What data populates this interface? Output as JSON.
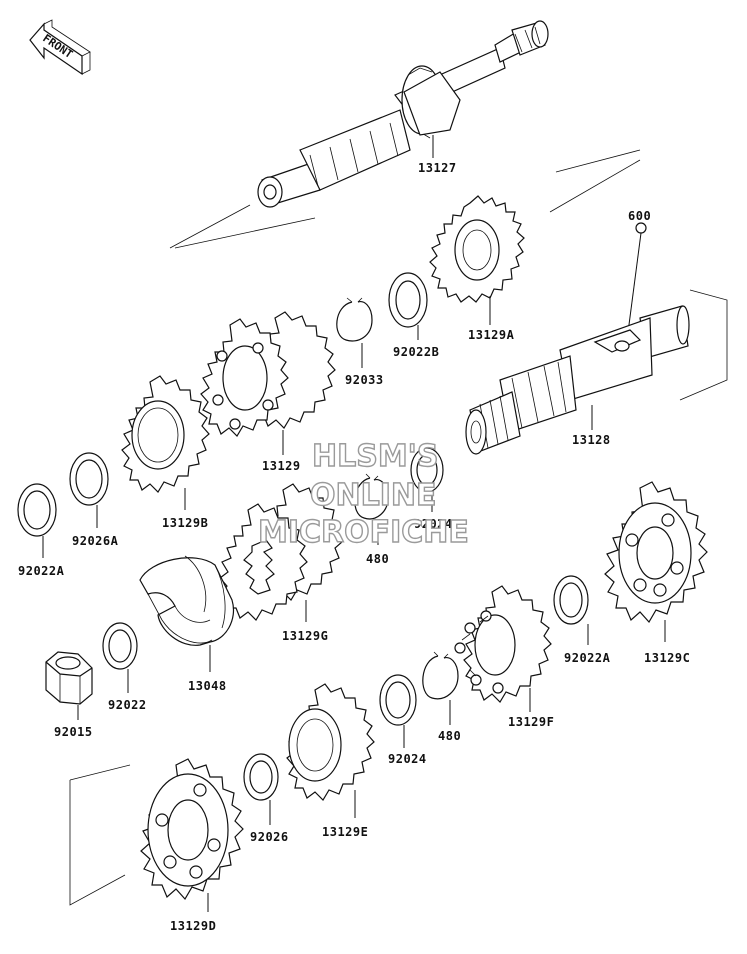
{
  "orientation_marker": "FRONT",
  "watermark": [
    "HLSM'S",
    "ONLINE",
    "MICROFICHE"
  ],
  "parts": {
    "p13127": "13127",
    "p600": "600",
    "p13129A": "13129A",
    "p92022B": "92022B",
    "p92033": "92033",
    "p13128": "13128",
    "p13129": "13129",
    "p13129B": "13129B",
    "p92026A": "92026A",
    "p92022A_left": "92022A",
    "p92024_upper": "92024",
    "p480_upper": "480",
    "p13129G": "13129G",
    "p13048": "13048",
    "p92022": "92022",
    "p92015": "92015",
    "p92022A_right": "92022A",
    "p13129C": "13129C",
    "p13129F": "13129F",
    "p480_lower": "480",
    "p92024_lower": "92024",
    "p13129E": "13129E",
    "p92026": "92026",
    "p13129D": "13129D"
  },
  "colors": {
    "line": "#111111",
    "watermark_outline": "#9a9a9a",
    "background": "#ffffff"
  }
}
